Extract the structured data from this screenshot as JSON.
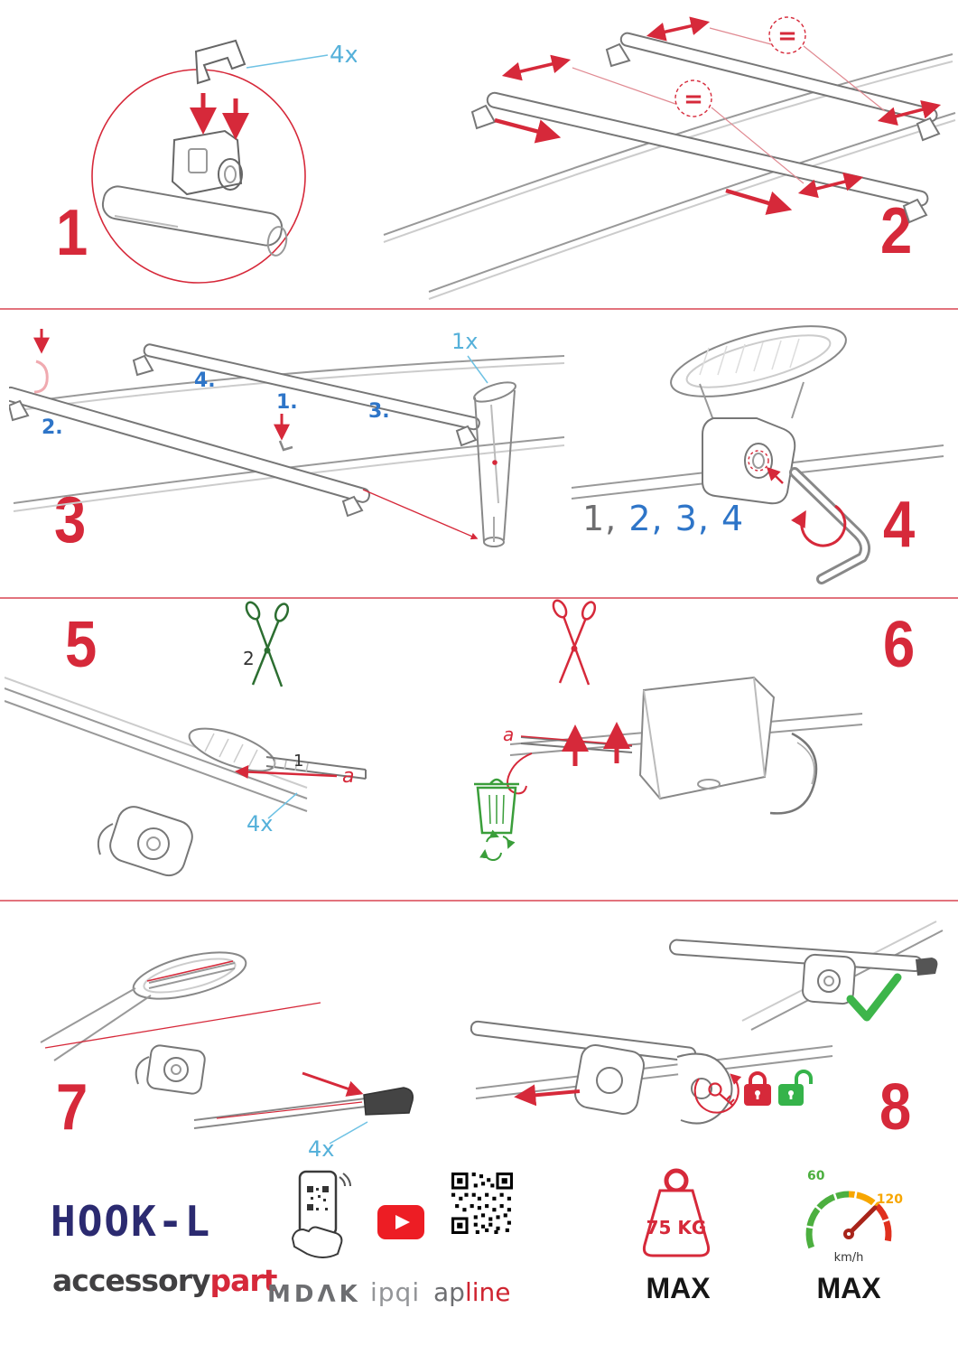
{
  "colors": {
    "step_number_red": "#d6293a",
    "quantity_blue": "#56b1da",
    "sequence_blue": "#2e75c8",
    "ok_green": "#3db54a",
    "lock_red": "#d6293a",
    "unlock_green": "#35b34a",
    "gauge_green": "#4caf3f",
    "gauge_orange": "#f7a600",
    "gauge_red": "#e0301e",
    "brand_navy": "#2b2a70"
  },
  "steps": {
    "s1": {
      "number": "1",
      "qty": "4x"
    },
    "s2": {
      "number": "2",
      "equal_top": "=",
      "equal_mid": "="
    },
    "s3": {
      "number": "3",
      "qty": "1x",
      "label_1": "1.",
      "label_2": "2.",
      "label_3": "3.",
      "label_4": "4."
    },
    "s4": {
      "number": "4",
      "seq_first": "1,",
      "seq_rest": " 2, 3, 4"
    },
    "s5": {
      "number": "5",
      "label_scissors": "2",
      "label_strip": "1",
      "label_a": "a",
      "qty": "4x"
    },
    "s6": {
      "number": "6",
      "label_a": "a"
    },
    "s7": {
      "number": "7",
      "qty": "4x"
    },
    "s8": {
      "number": "8"
    }
  },
  "footer": {
    "product_name": "HOOK-L",
    "brand_gray": "accessory",
    "brand_red": "part",
    "logo_mdak": "MDΛK",
    "logo_ipqi": "ipqi",
    "logo_ap": "ap",
    "logo_line": "line",
    "weight_value": "75 KG",
    "weight_max_label": "MAX",
    "speed_tick_low": "60",
    "speed_tick_high": "120",
    "speed_unit": "km/h",
    "speed_max_label": "MAX"
  }
}
